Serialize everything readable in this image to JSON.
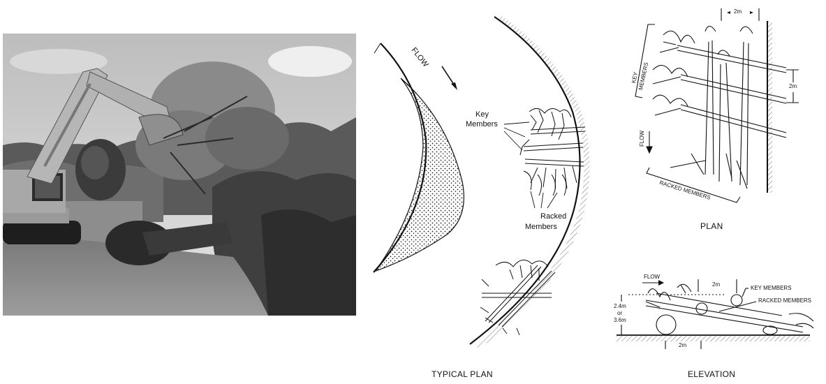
{
  "captions": {
    "typical_plan": "TYPICAL PLAN",
    "plan": "PLAN",
    "elevation": "ELEVATION"
  },
  "typical_plan": {
    "flow": "FLOW",
    "key_members_line1": "Key",
    "key_members_line2": "Members",
    "racked_members_line1": "Racked",
    "racked_members_line2": "Members"
  },
  "plan": {
    "dim_top": "2m",
    "dim_right": "2m",
    "key_members_line1": "KEY",
    "key_members_line2": "MEMBERS",
    "flow": "FLOW",
    "racked_members": "RACKED MEMBERS"
  },
  "elevation": {
    "flow": "FLOW",
    "dim_top": "2m",
    "dim_bottom": "2m",
    "key_members": "KEY MEMBERS",
    "racked_members": "RACKED MEMBERS",
    "height_line1": "2.4m",
    "height_line2": "or",
    "height_line3": "3.6m"
  },
  "photo": {
    "subject": "excavator-placing-tree-in-stream"
  }
}
